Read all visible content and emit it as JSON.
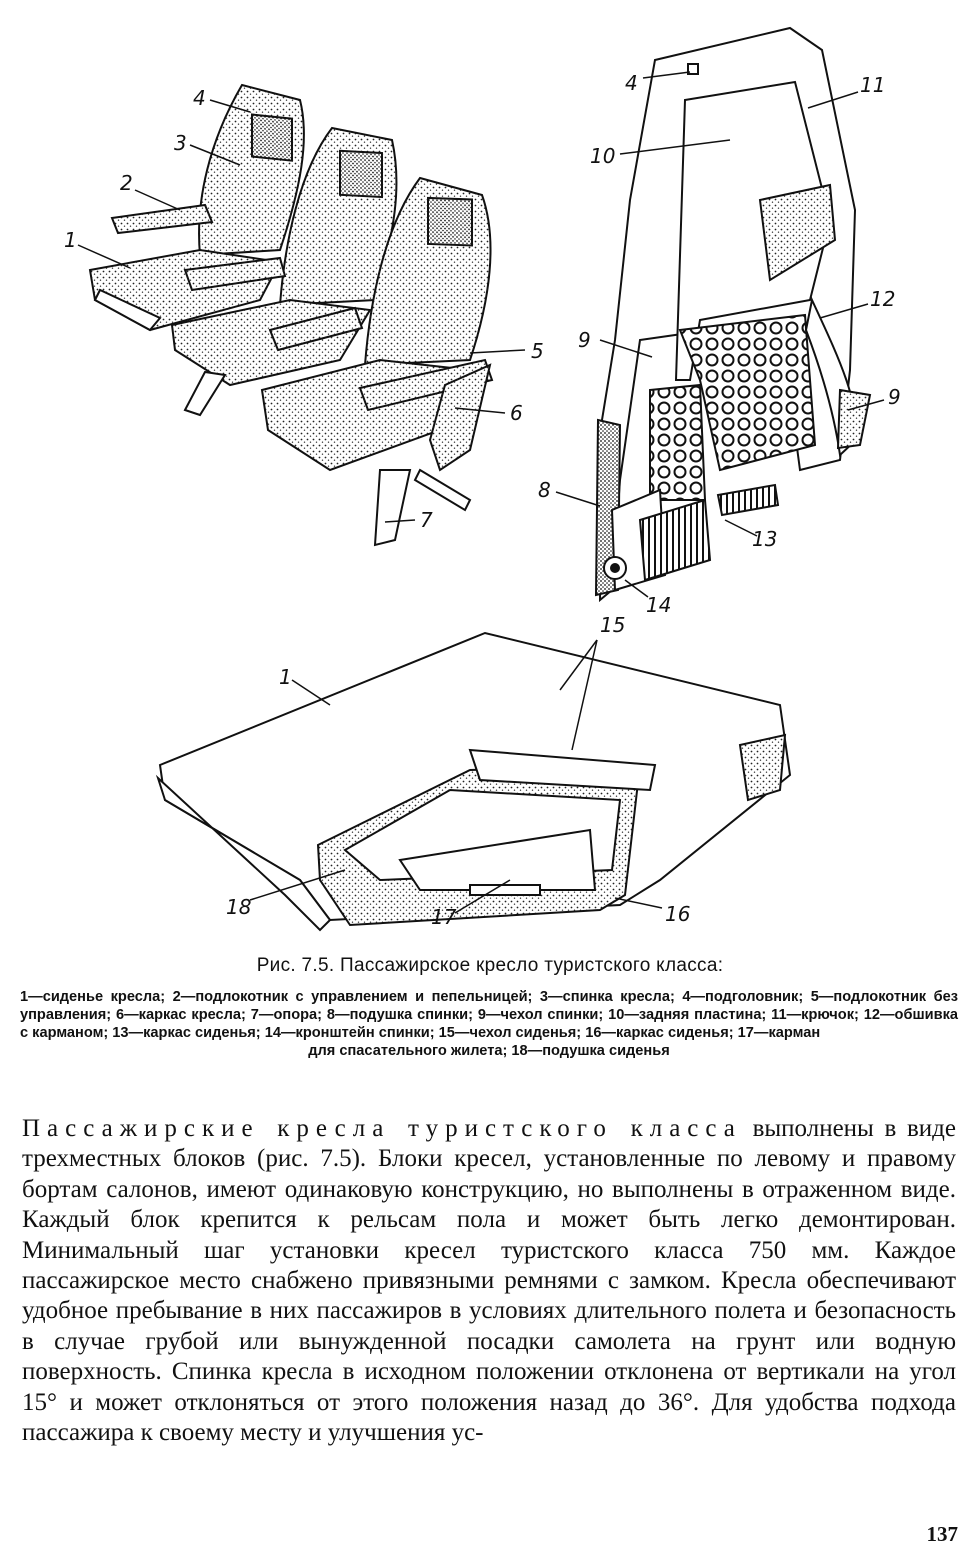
{
  "figure": {
    "labels": {
      "seat_block": [
        "4",
        "3",
        "2",
        "1",
        "5",
        "6",
        "7"
      ],
      "backrest": [
        "4",
        "11",
        "10",
        "12",
        "9",
        "9",
        "8",
        "13",
        "14"
      ],
      "cushion": [
        "15",
        "1",
        "18",
        "17",
        "16"
      ]
    }
  },
  "caption": {
    "title": "Рис. 7.5. Пассажирское кресло туристского класса:",
    "legend_main": "1—сиденье кресла; 2—подлокотник с управлением и пепельницей; 3—спинка кресла; 4—подголовник; 5—подлокотник без управления; 6—каркас кресла; 7—опора; 8—подушка спинки; 9—чехол спинки; 10—задняя пластина; 11—крючок; 12—обшивка с карманом; 13—каркас сиденья; 14—кронштейн спинки; 15—чехол сиденья; 16—каркас сиденья; 17—карман",
    "legend_last": "для спасательного жилета; 18—подушка сиденья"
  },
  "body": {
    "first_words": "Пассажирские кресла туристского класса",
    "text": "выполнены в виде трехместных блоков (рис. 7.5). Блоки кресел, установленные по левому и правому бортам салонов, имеют одинаковую конструкцию, но выполнены в отраженном виде. Каждый блок крепится к рельсам пола и может быть легко демонтирован. Минимальный шаг установки кресел туристского класса 750 мм. Каждое пассажирское место снабжено привязными ремнями с замком. Кресла обеспечивают удобное пребывание в них пассажиров в условиях длительного полета и безопасность в случае грубой или вынужденной посадки самолета на грунт или водную поверхность. Спинка кресла в исходном положении отклонена от вертикали на угол 15° и может отклоняться от этого положения назад до 36°. Для удобства подхода пассажира к своему месту и улучшения ус-"
  },
  "page_number": "137"
}
